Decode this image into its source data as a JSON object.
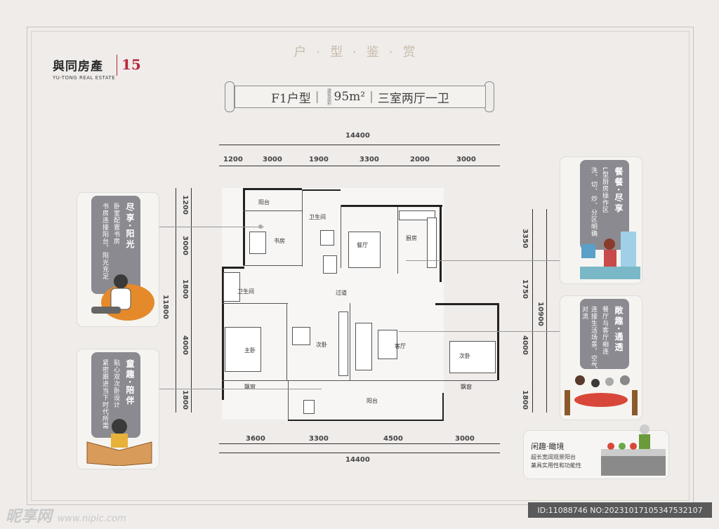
{
  "header": {
    "title": "户·型·鉴·赏"
  },
  "brand": {
    "name": "與同房產",
    "name_en": "YU-TONG REAL ESTATE",
    "logo_text": "15"
  },
  "unit": {
    "type": "F1户型",
    "area_label": "建筑面积",
    "area": "95m²",
    "layout": "三室两厅一卫"
  },
  "dims": {
    "top_total": "14400",
    "top": [
      "1200",
      "3000",
      "1900",
      "3300",
      "2000",
      "3000"
    ],
    "bottom_total": "14400",
    "bottom": [
      "3600",
      "3300",
      "4500",
      "3000"
    ],
    "left_total": "11800",
    "left": [
      "1200",
      "3000",
      "1800",
      "4000",
      "1800"
    ],
    "right_total": "10900",
    "right": [
      "3350",
      "1750",
      "4000",
      "1800"
    ]
  },
  "rooms": {
    "balcony_top": "阳台",
    "bath_top": "卫生间",
    "study": "书房",
    "dining": "餐厅",
    "kitchen": "厨房",
    "bath_left": "卫生间",
    "corridor": "过道",
    "master": "主卧",
    "second_mid": "次卧",
    "living": "客厅",
    "second_right": "次卧",
    "bay_left": "飘窗",
    "bay_right": "飘窗",
    "balcony_bottom": "阳台"
  },
  "cards": {
    "left1": {
      "title": "尽享·阳光",
      "lines": [
        "卧室配置书房",
        "书房连接阳台，阳光充足"
      ]
    },
    "left2": {
      "title": "童趣·陪伴",
      "lines": [
        "贴心双次卧设计",
        "紧密跟进当下时代所需"
      ]
    },
    "right1": {
      "title": "餐餐·尽享",
      "lines": [
        "L型厨房操作区",
        "洗、切、炒、分区明确"
      ]
    },
    "right2": {
      "title": "敞趣·通透",
      "lines": [
        "餐厅与客厅相连",
        "连接生活场景，空气对流"
      ]
    },
    "bottom": {
      "title": "闲趣·瞰境",
      "lines": [
        "超长宽阔观景阳台",
        "兼具实用性和功能性"
      ]
    }
  },
  "footer": {
    "watermark": "昵享网",
    "watermark_url": "www.nipic.com",
    "id": "ID:11088746 NO:20231017105347532107"
  }
}
